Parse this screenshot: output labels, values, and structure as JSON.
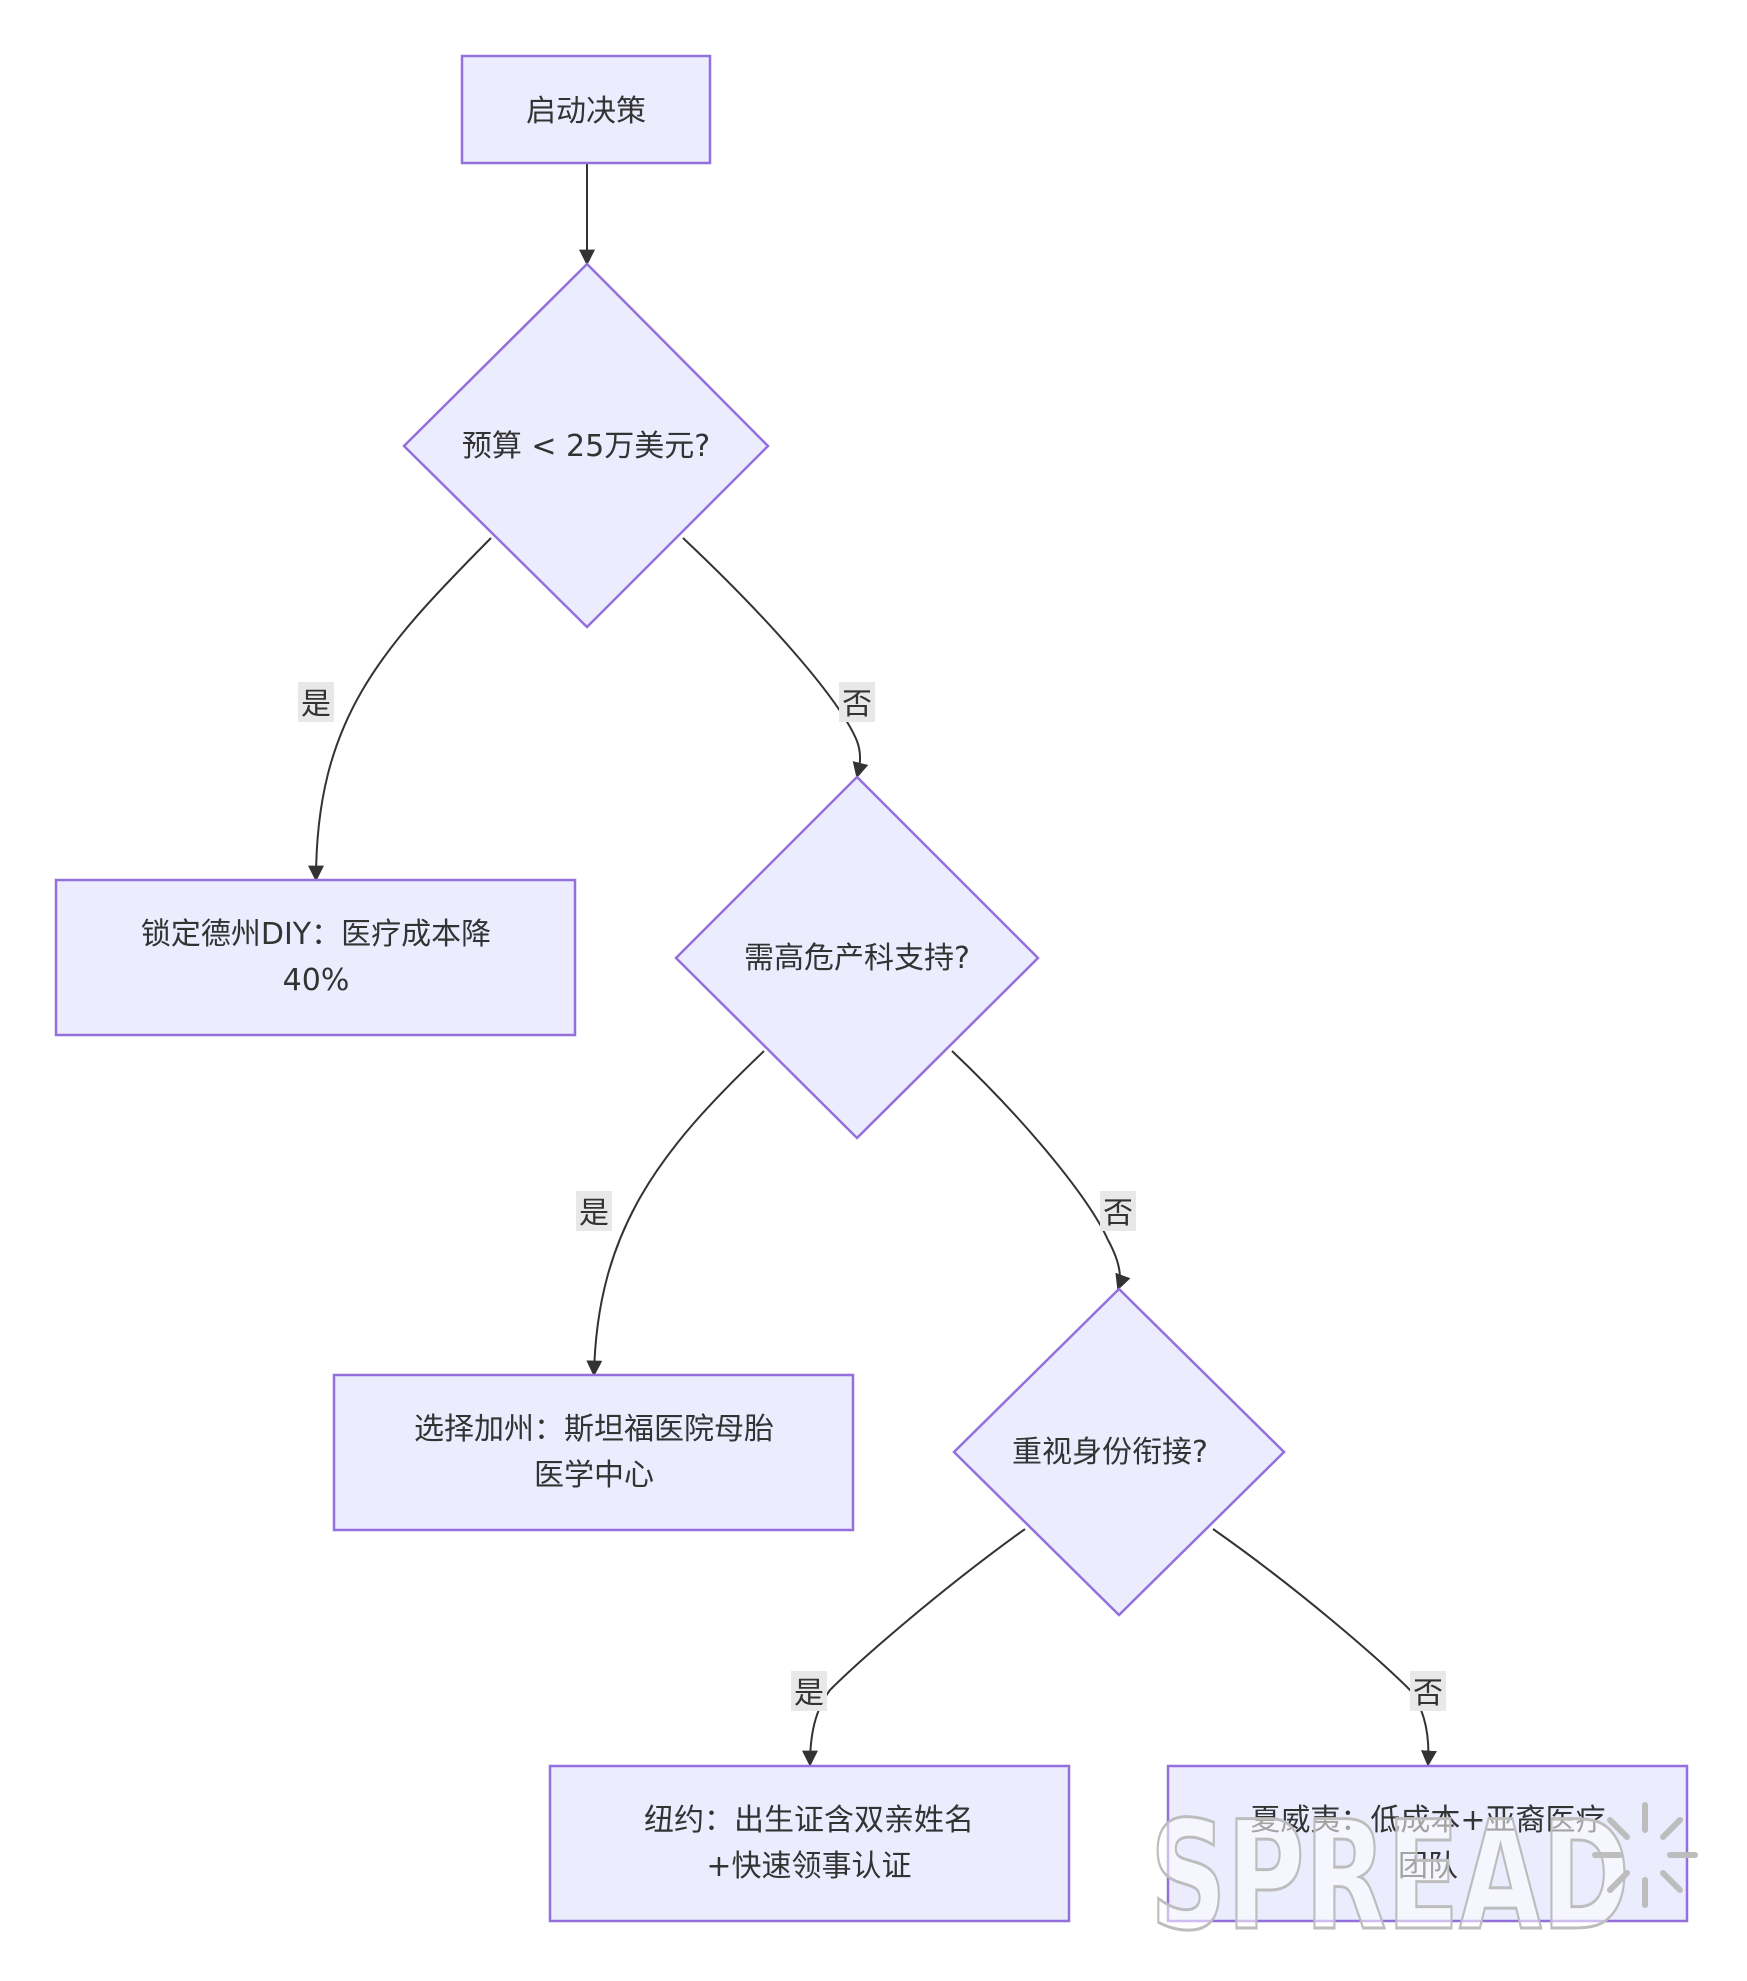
{
  "diagram": {
    "nodes": [
      {
        "id": "start",
        "lines": [
          "启动决策"
        ]
      },
      {
        "id": "budget",
        "lines": [
          "预算 < 25万美元?"
        ]
      },
      {
        "id": "texas",
        "lines": [
          "锁定德州DIY：医疗成本降",
          "40%"
        ]
      },
      {
        "id": "obstetric",
        "lines": [
          "需高危产科支持?"
        ]
      },
      {
        "id": "california",
        "lines": [
          "选择加州：斯坦福医院母胎",
          "医学中心"
        ]
      },
      {
        "id": "identity",
        "lines": [
          "重视身份衔接?"
        ]
      },
      {
        "id": "newyork",
        "lines": [
          "纽约：出生证含双亲姓名",
          "+快速领事认证"
        ]
      },
      {
        "id": "hawaii",
        "lines": [
          "夏威夷：低成本+亚裔医疗",
          "团队"
        ]
      }
    ],
    "edges": [
      {
        "id": "start-budget",
        "label": ""
      },
      {
        "id": "budget-texas",
        "label": "是"
      },
      {
        "id": "budget-obstetric",
        "label": "否"
      },
      {
        "id": "obstetric-california",
        "label": "是"
      },
      {
        "id": "obstetric-identity",
        "label": "否"
      },
      {
        "id": "identity-newyork",
        "label": "是"
      },
      {
        "id": "identity-hawaii",
        "label": "否"
      }
    ]
  },
  "watermark": {
    "text": "SPREAD"
  }
}
